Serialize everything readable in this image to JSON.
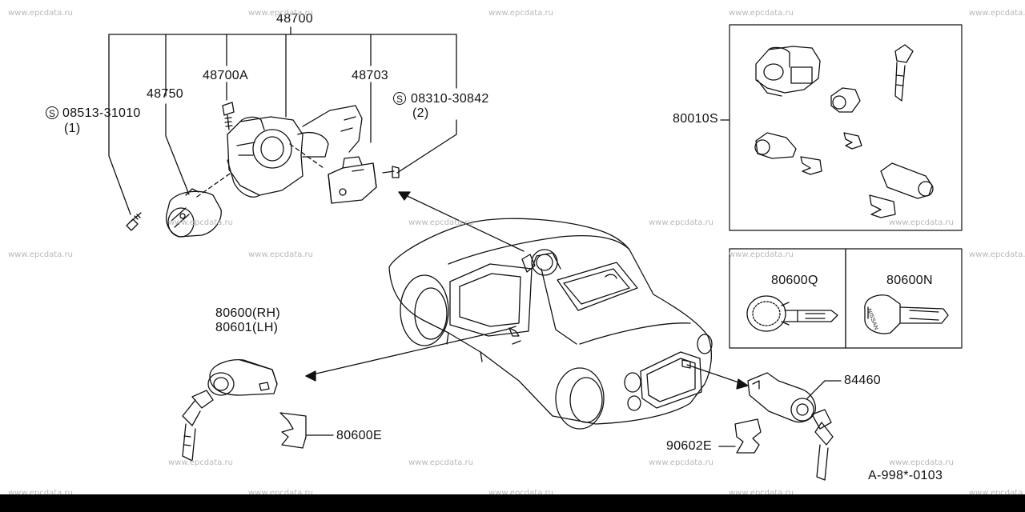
{
  "watermark": "www.epcdata.ru",
  "diagram_id": "A-998*-0103",
  "callouts": {
    "p48700": "48700",
    "p48700A": "48700A",
    "p48750": "48750",
    "p48703": "48703",
    "screw_left": "08513-31010",
    "screw_left_qty": "(1)",
    "screw_right": "08310-30842",
    "screw_right_qty": "(2)",
    "s_symbol": "S",
    "p80010S": "80010S",
    "p80600Q": "80600Q",
    "p80600N": "80600N",
    "p80600_rh": "80600(RH)",
    "p80601_lh": "80601(LH)",
    "p80600E": "80600E",
    "p84460": "84460",
    "p90602E": "90602E"
  },
  "key_stamp": "NISSAN"
}
